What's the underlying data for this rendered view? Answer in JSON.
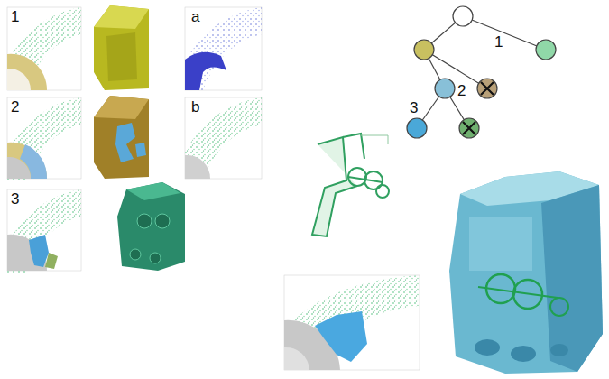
{
  "diagram": {
    "labels": [
      "1",
      "a",
      "1",
      "2",
      "2",
      "b",
      "3",
      "3"
    ]
  }
}
